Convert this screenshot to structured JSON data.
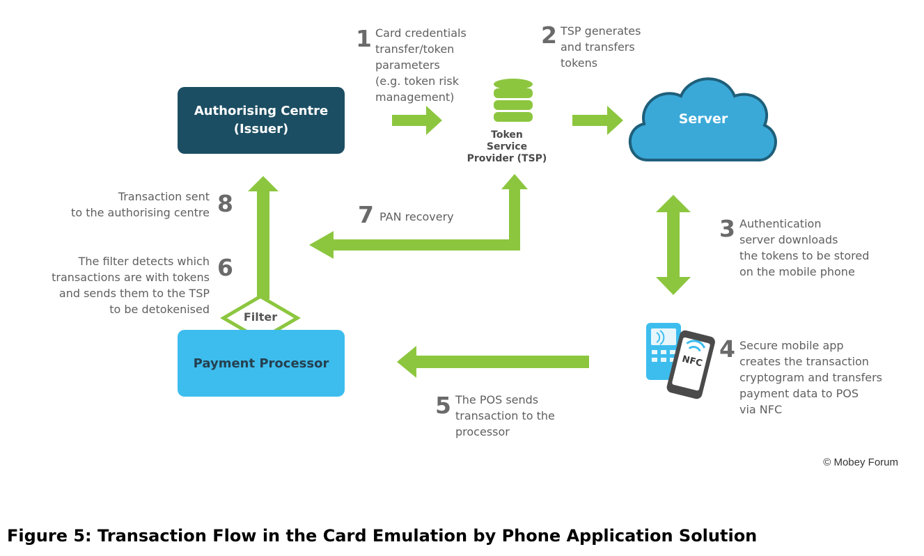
{
  "colors": {
    "arrow_green": "#8cc63f",
    "issuer_box": "#1c4e63",
    "processor_box": "#3dbdee",
    "cloud": "#3aa9d8",
    "cloud_outline": "#1f5f7a"
  },
  "nodes": {
    "issuer": "Authorising Centre\n(Issuer)",
    "tsp": "Token\nService\nProvider (TSP)",
    "server": "Server",
    "processor": "Payment Processor",
    "filter": "Filter"
  },
  "icons": {
    "tsp": "database-icon",
    "server": "cloud-icon",
    "pos": "pos-terminal-icon",
    "phone": "nfc-phone-icon",
    "nfc_text": "NFC"
  },
  "steps": [
    {
      "num": "1",
      "text": "Card credentials\ntransfer/token\nparameters\n(e.g. token risk\nmanagement)"
    },
    {
      "num": "2",
      "text": "TSP generates\nand transfers\ntokens"
    },
    {
      "num": "3",
      "text": "Authentication\nserver downloads\nthe tokens to be stored\non the mobile phone"
    },
    {
      "num": "4",
      "text": "Secure mobile app\ncreates the transaction\ncryptogram and transfers\npayment data to POS\nvia NFC"
    },
    {
      "num": "5",
      "text": "The POS sends\ntransaction to the\nprocessor"
    },
    {
      "num": "6",
      "text": "The filter detects which\ntransactions are with tokens\nand sends them to the TSP\nto be detokenised"
    },
    {
      "num": "7",
      "text": "PAN recovery"
    },
    {
      "num": "8",
      "text": "Transaction sent\nto the authorising centre"
    }
  ],
  "copyright": "© Mobey Forum",
  "caption": "Figure 5: Transaction Flow in the Card Emulation by Phone Application Solution"
}
